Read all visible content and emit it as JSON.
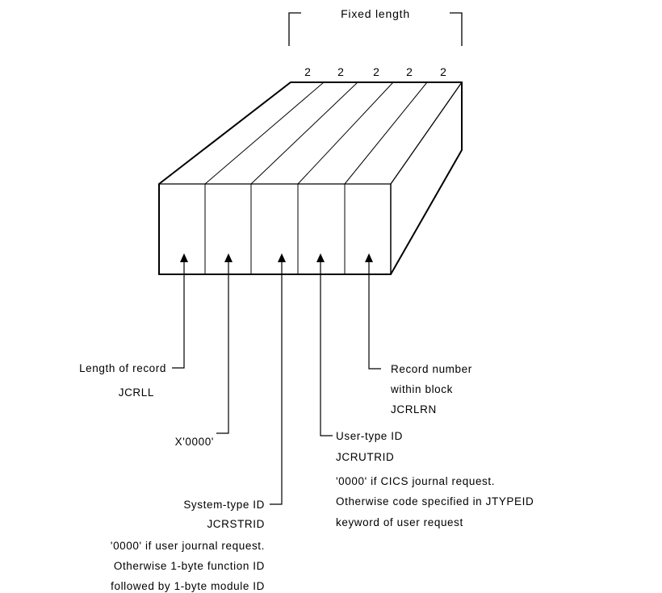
{
  "header": {
    "title": "Fixed length"
  },
  "field_widths": [
    "2",
    "2",
    "2",
    "2",
    "2"
  ],
  "labels": {
    "length_of_record": [
      "Length of record",
      "JCRLL"
    ],
    "x_zeros": [
      "X'0000'"
    ],
    "system_type_id": [
      "System-type ID",
      "JCRSTRID",
      "'0000' if user journal request.",
      "Otherwise 1-byte function ID",
      "followed by 1-byte module ID"
    ],
    "user_type_id": [
      "User-type ID",
      "JCRUTRID",
      "'0000' if CICS journal request.",
      "Otherwise code specified in JTYPEID",
      "keyword of user request"
    ],
    "record_number": [
      "Record number",
      "within block",
      "JCRLRN"
    ]
  }
}
